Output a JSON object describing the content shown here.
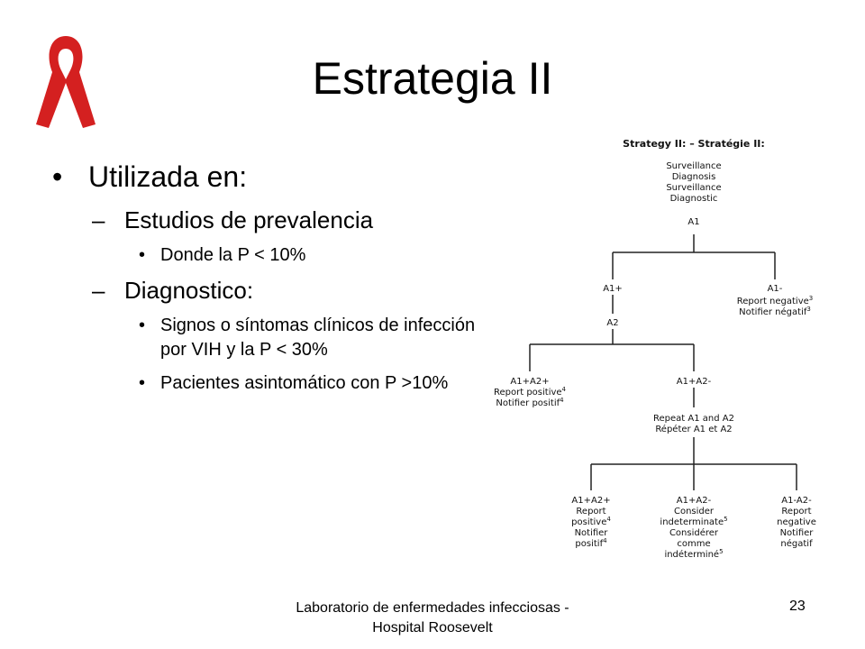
{
  "slide": {
    "title": "Estrategia II",
    "bullets": {
      "l1": "Utilizada en:",
      "prevalence": "Estudios de prevalencia",
      "prevalence_note": "Donde la P < 10%",
      "diagnostic": "Diagnostico:",
      "diag_note1": "Signos o síntomas clínicos de infección por VIH y la P < 30%",
      "diag_note2": "Pacientes asintomático con P >10%"
    },
    "footer": "Laboratorio de enfermedades infecciosas -Hospital Roosevelt",
    "page_number": "23"
  },
  "diagram": {
    "header": "Strategy II: – Stratégie II:",
    "top": [
      "Surveillance",
      "Diagnosis",
      "Surveillance",
      "Diagnostic"
    ],
    "a1": "A1",
    "a1_pos": "A1+",
    "a2": "A2",
    "a1_neg": "A1-",
    "a1_neg_report": "Report negative",
    "a1_neg_notifier": "Notifier négatif",
    "a1_neg_sup": "3",
    "pp": "A1+A2+",
    "pp_report": "Report positive",
    "pp_notifier": "Notifier positif",
    "pp_sup": "4",
    "pn": "A1+A2-",
    "repeat": "Repeat A1 and A2",
    "repeter": "Répéter A1 et A2",
    "r1": [
      "A1+A2+",
      "Report",
      "positive",
      "Notifier",
      "positif"
    ],
    "r2": [
      "A1+A2-",
      "Consider",
      "indeterminate",
      "Considérer",
      "comme",
      "indéterminé"
    ],
    "r3": [
      "A1-A2-",
      "Report",
      "negative",
      "Notifier",
      "négatif"
    ],
    "sup4": "4",
    "sup5": "5"
  },
  "colors": {
    "ribbon": "#d42020",
    "lines": "#222222"
  }
}
